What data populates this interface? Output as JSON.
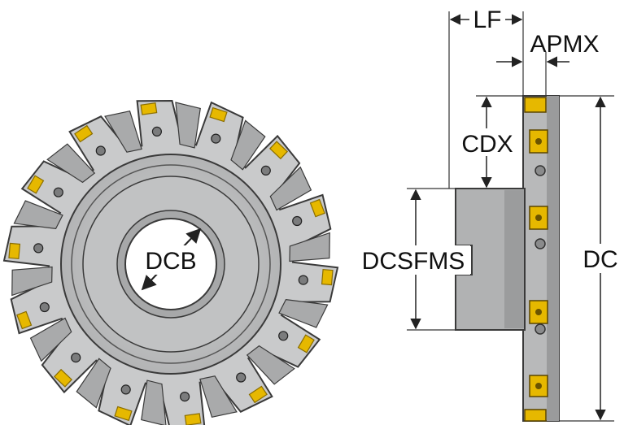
{
  "labels": {
    "lf": "LF",
    "apmx": "APMX",
    "cdx": "CDX",
    "dcsfms": "DCSFMS",
    "dc": "DC",
    "dcb": "DCB"
  },
  "colors": {
    "body_light": "#c9cacb",
    "body_mid": "#a9aaab",
    "body_dark": "#7b7c7d",
    "outline": "#3a3a3a",
    "insert_gold": "#e6b800",
    "insert_shadow": "#8a6d00",
    "dimension_line": "#333333"
  },
  "icons": {
    "front_view": "milling-cutter-front-view",
    "side_view": "milling-cutter-side-view"
  },
  "cutter": {
    "teeth_count": 14
  }
}
